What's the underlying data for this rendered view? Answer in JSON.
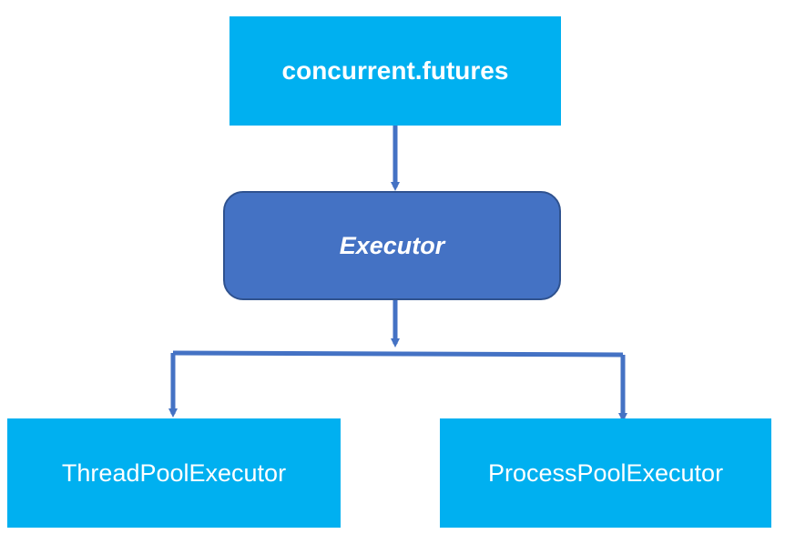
{
  "diagram": {
    "nodes": {
      "top": "concurrent.futures",
      "middle": "Executor",
      "left": "ThreadPoolExecutor",
      "right": "ProcessPoolExecutor"
    },
    "colors": {
      "light_box": "#00b0f0",
      "dark_box": "#4472c4",
      "arrow": "#4472c4",
      "text": "#ffffff"
    }
  }
}
